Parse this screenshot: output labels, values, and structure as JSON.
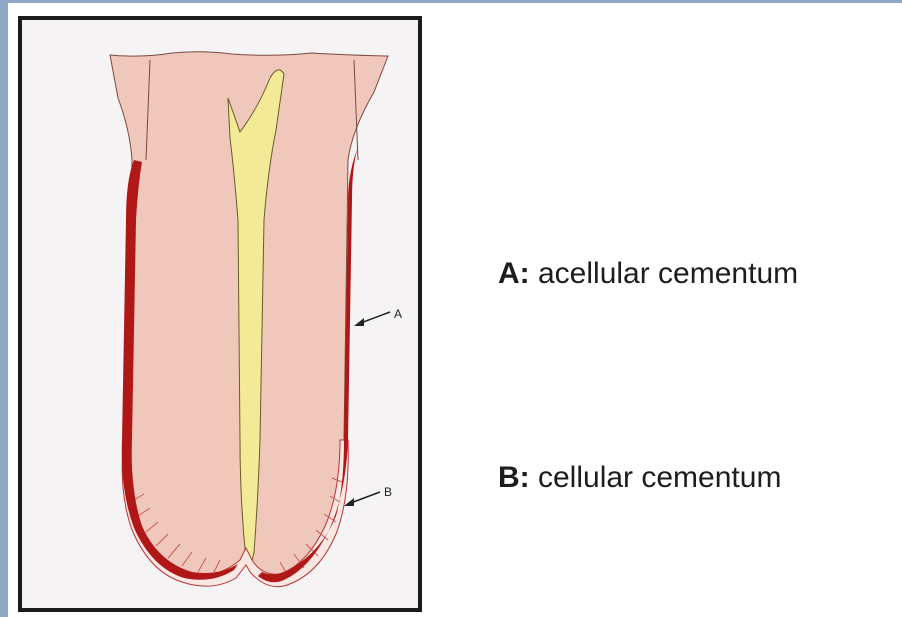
{
  "diagram": {
    "labels": {
      "a": "A",
      "b": "B"
    }
  },
  "legend": {
    "a": {
      "key": "A:",
      "text": "acellular cementum"
    },
    "b": {
      "key": "B:",
      "text": "cellular cementum"
    }
  }
}
